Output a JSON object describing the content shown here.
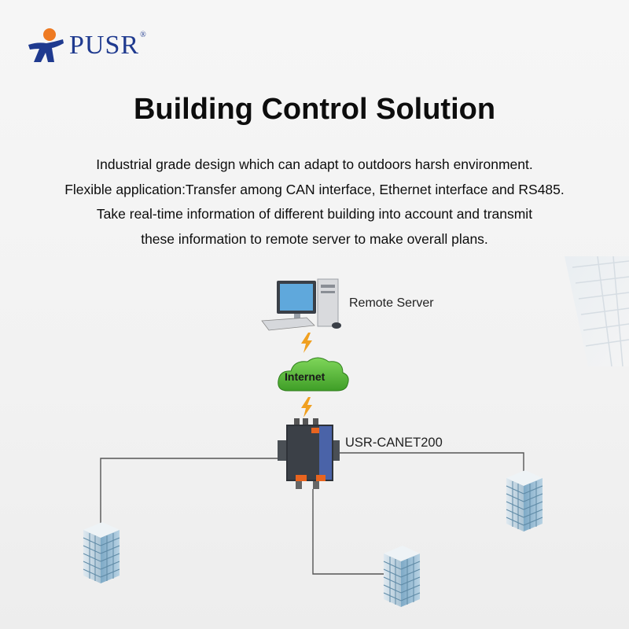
{
  "brand": {
    "name": "PUSR",
    "reg_mark": "®",
    "colors": {
      "figure_orange": "#ee7a22",
      "figure_blue": "#1f3a8f"
    }
  },
  "title": "Building Control Solution",
  "description": [
    "Industrial grade design which can adapt to outdoors harsh environment.",
    "Flexible application:Transfer among CAN interface, Ethernet interface and RS485.",
    "Take real-time information of different building into account and transmit",
    "these information to remote server to make overall plans."
  ],
  "diagram": {
    "nodes": [
      {
        "id": "remote-server",
        "label": "Remote Server",
        "icon": "desktop-computer-icon"
      },
      {
        "id": "internet",
        "label": "Internet",
        "icon": "cloud-icon"
      },
      {
        "id": "gateway",
        "label": "USR-CANET200",
        "icon": "gateway-device-icon"
      },
      {
        "id": "building-left",
        "label": "",
        "icon": "building-icon"
      },
      {
        "id": "building-bottom",
        "label": "",
        "icon": "building-icon"
      },
      {
        "id": "building-right",
        "label": "",
        "icon": "building-icon"
      }
    ],
    "links": [
      {
        "from": "remote-server",
        "to": "internet",
        "style": "wireless-lightning"
      },
      {
        "from": "internet",
        "to": "gateway",
        "style": "wireless-lightning"
      },
      {
        "from": "gateway",
        "to": "building-left",
        "style": "wire"
      },
      {
        "from": "gateway",
        "to": "building-bottom",
        "style": "wire"
      },
      {
        "from": "gateway",
        "to": "building-right",
        "style": "wire"
      }
    ],
    "colors": {
      "cloud": "#5cc23a",
      "lightning": "#f0a020",
      "wire": "#555555"
    }
  }
}
